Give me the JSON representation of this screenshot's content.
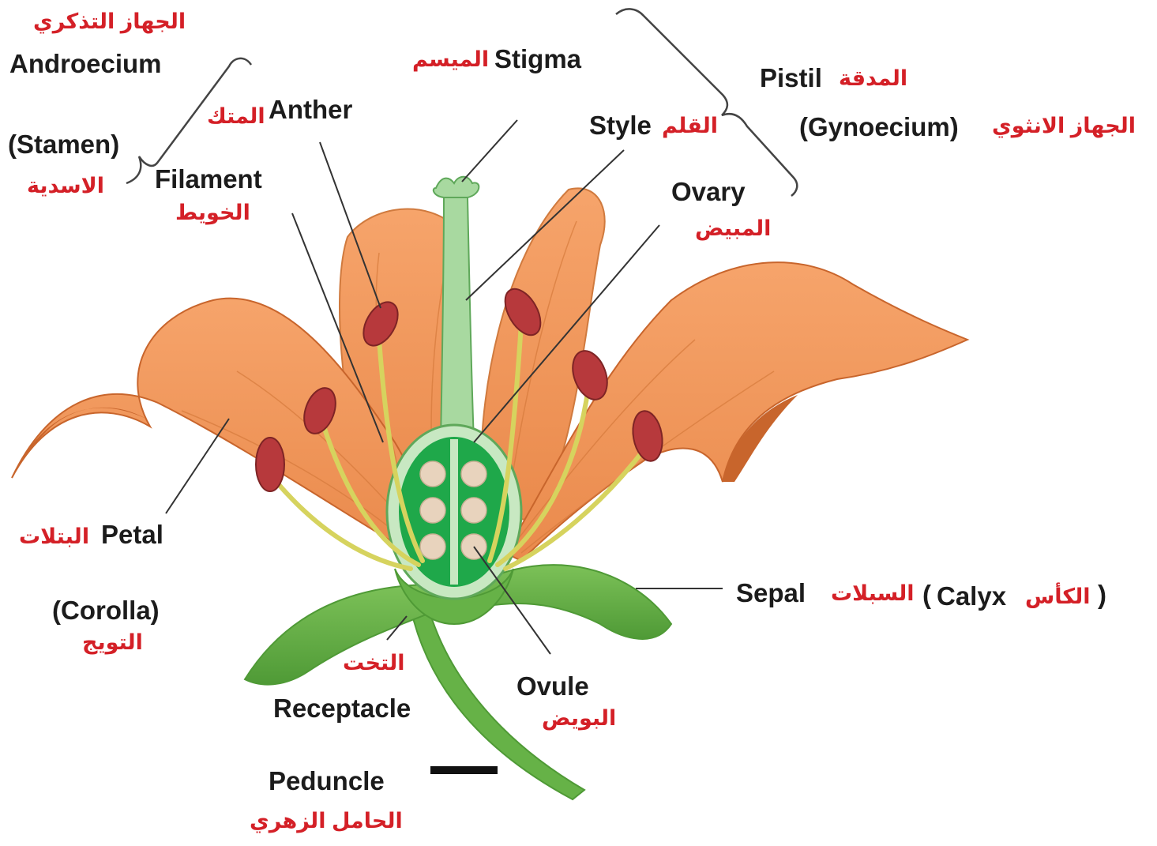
{
  "labels": {
    "androecium_ar": "الجهاز التذكري",
    "androecium": "Androecium",
    "stamen": "(Stamen)",
    "stamen_ar": "الاسدية",
    "anther_ar": "المتك",
    "anther": "Anther",
    "filament": "Filament",
    "filament_ar": "الخويط",
    "stigma_ar": "الميسم",
    "stigma": "Stigma",
    "style": "Style",
    "style_ar": "القلم",
    "ovary": "Ovary",
    "ovary_ar": "المبيض",
    "pistil": "Pistil",
    "pistil_ar": "المدقة",
    "gynoecium": "(Gynoecium)",
    "gynoecium_ar": "الجهاز الانثوي",
    "petal_ar": "البتلات",
    "petal": "Petal",
    "corolla": "(Corolla)",
    "corolla_ar": "التويج",
    "receptacle_ar": "التخت",
    "receptacle": "Receptacle",
    "ovule": "Ovule",
    "ovule_ar": "البويض",
    "peduncle": "Peduncle",
    "peduncle_ar": "الحامل الزهري",
    "sepal": "Sepal",
    "sepal_ar": "السبلات",
    "calyx_open": "(",
    "calyx": "Calyx",
    "calyx_ar": "الكأس",
    "calyx_close": ")"
  },
  "colors": {
    "petal": "#f0955a",
    "petal_dark": "#c8652c",
    "sepal": "#66b247",
    "ovary": "#1fa84a",
    "ovule": "#e8d3bd",
    "anther": "#b7393c",
    "filament": "#d6d35e",
    "text": "#1c1c1c",
    "arabic_text": "#d42027"
  }
}
